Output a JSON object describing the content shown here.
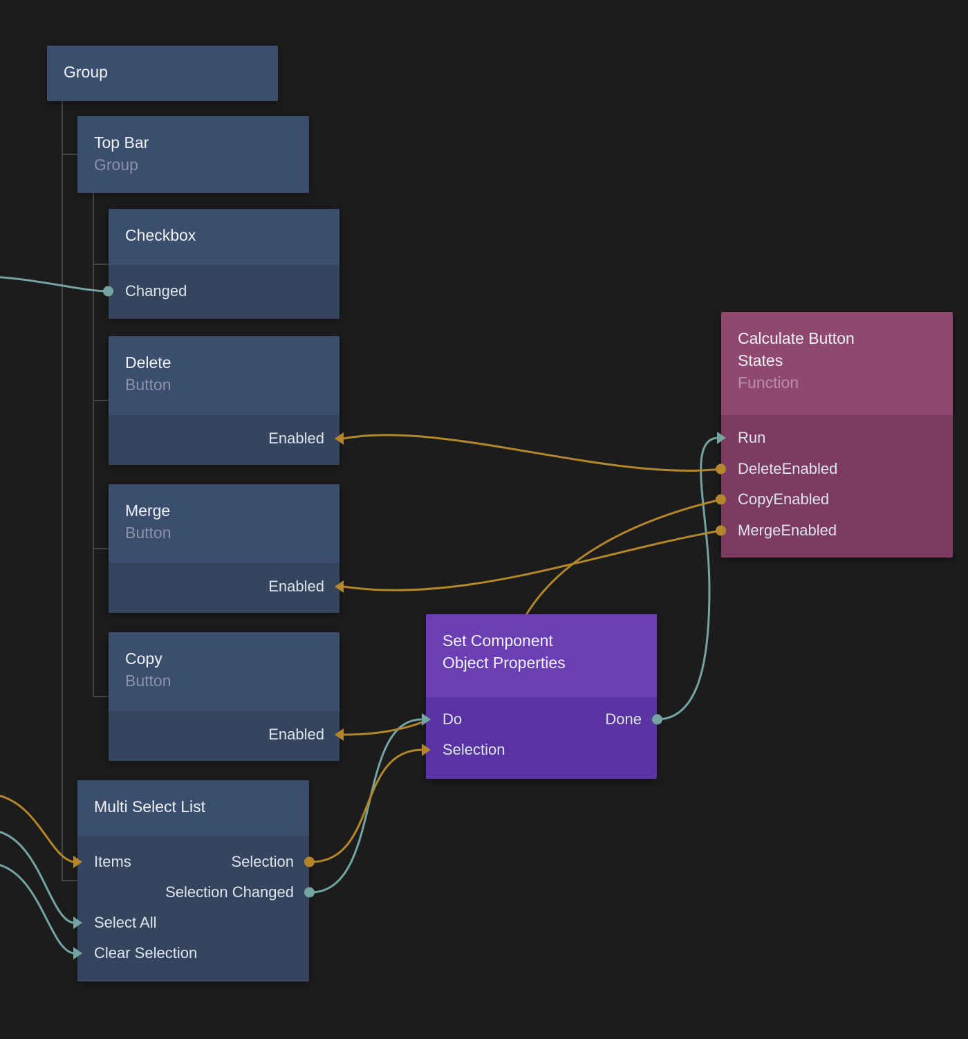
{
  "canvas": {
    "background": "#1c1c1c"
  },
  "colors": {
    "signal_wire": "#74a5a2",
    "data_wire": "#b5872c",
    "hierarchy_line": "#454545",
    "blue_node_header": "#3c4e6d",
    "blue_node_body": "#35455d",
    "purple_node_header": "#6c3eb4",
    "purple_node_body": "#5a33a2",
    "plum_node_header": "#8f4971",
    "plum_node_body": "#7c3b5f"
  },
  "nodes": {
    "group": {
      "title": "Group"
    },
    "top_bar": {
      "title": "Top Bar",
      "subtitle": "Group"
    },
    "checkbox": {
      "title": "Checkbox",
      "ports": {
        "changed": "Changed"
      }
    },
    "delete_button": {
      "title": "Delete",
      "subtitle": "Button",
      "ports": {
        "enabled": "Enabled"
      }
    },
    "merge_button": {
      "title": "Merge",
      "subtitle": "Button",
      "ports": {
        "enabled": "Enabled"
      }
    },
    "copy_button": {
      "title": "Copy",
      "subtitle": "Button",
      "ports": {
        "enabled": "Enabled"
      }
    },
    "multi_select_list": {
      "title": "Multi Select List",
      "ports": {
        "items": "Items",
        "selection": "Selection",
        "selection_changed": "Selection Changed",
        "select_all": "Select All",
        "clear_selection": "Clear Selection"
      }
    },
    "set_component_object_properties": {
      "title_lines": [
        "Set Component",
        "Object Properties"
      ],
      "ports": {
        "do": "Do",
        "done": "Done",
        "selection": "Selection"
      }
    },
    "calculate_button_states": {
      "title_lines": [
        "Calculate Button",
        "States"
      ],
      "subtitle": "Function",
      "ports": {
        "run": "Run",
        "delete_enabled": "DeleteEnabled",
        "copy_enabled": "CopyEnabled",
        "merge_enabled": "MergeEnabled"
      }
    }
  }
}
